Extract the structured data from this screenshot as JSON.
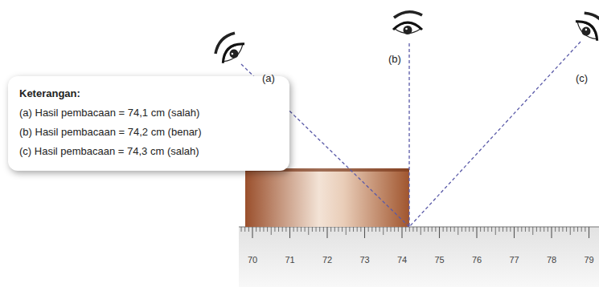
{
  "diagram": {
    "nodes": [
      {
        "text": [
          "Keterangan:",
          "(a) Hasil pembacaan = 74,1 cm (salah)",
          "(b) Hasil pembacaan = 74,2 cm (benar)",
          "(c) Hasil pembacaan = 74,3 cm (salah)"
        ]
      }
    ],
    "labels": [
      "(a)",
      "(b)",
      "(c)",
      "70",
      "71",
      "72",
      "73",
      "74",
      "75",
      "76",
      "77",
      "78",
      "79"
    ]
  }
}
